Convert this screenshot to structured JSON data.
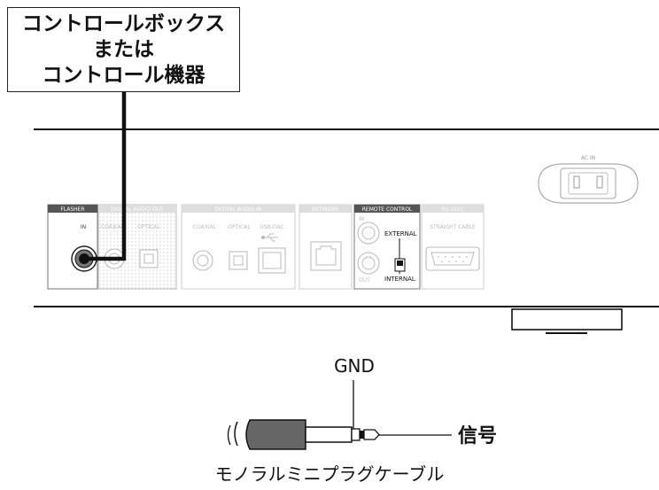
{
  "label_box": {
    "line1": "コントロールボックス",
    "line2": "または",
    "line3": "コントロール機器"
  },
  "panel": {
    "ac_in": "AC IN",
    "flasher_header": "FLASHER",
    "flasher_in": "IN",
    "digital_out_header": "DIGITAL AUDIO OUT",
    "digital_out_coaxial": "COAXIAL",
    "digital_out_optical": "OPTICAL",
    "digital_in_header": "DIGITAL AUDIO IN",
    "digital_in_coaxial": "COAXIAL",
    "digital_in_optical": "OPTICAL",
    "digital_in_usb": "USB-DAC",
    "network_header": "NETWORK",
    "remote_header": "REMOTE CONTROL",
    "remote_in": "IN",
    "remote_out": "OUT",
    "remote_external": "EXTERNAL",
    "remote_internal": "INTERNAL",
    "rs232c_header": "RS-232C",
    "rs232c_cable": "STRAIGHT CABLE"
  },
  "plug": {
    "gnd_label": "GND",
    "signal_label": "信号",
    "caption": "モノラルミニプラグケーブル"
  },
  "colors": {
    "line": "#111111",
    "header_bg": "#555555",
    "panel_stroke": "#bbbbbb"
  }
}
